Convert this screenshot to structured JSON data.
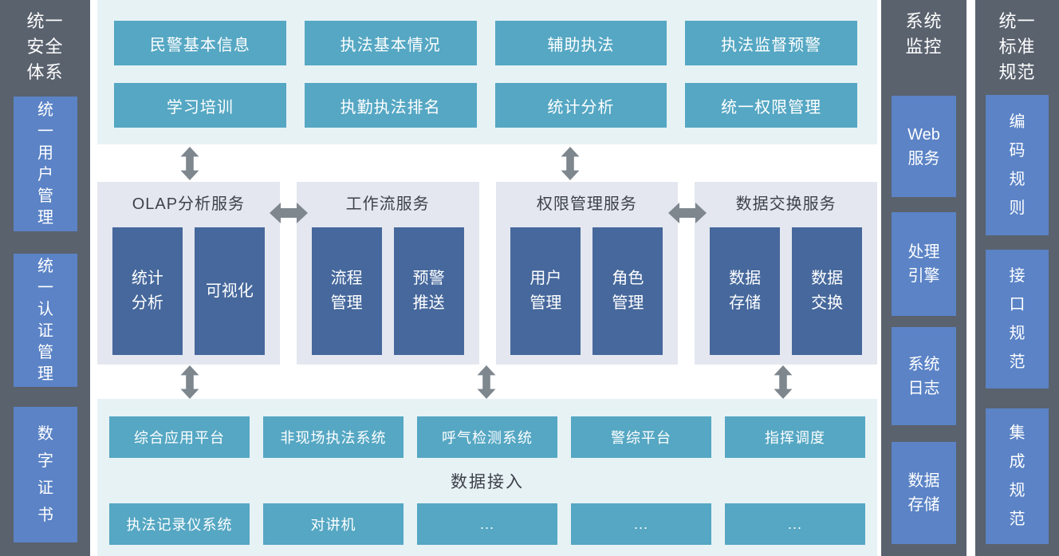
{
  "left_sidebar": {
    "title": "统一\n安全\n体系",
    "items": [
      {
        "label": "统\n一\n用\n户\n管\n理"
      },
      {
        "label": "统\n一\n认\n证\n管\n理"
      },
      {
        "label": "数\n字\n证\n书"
      }
    ]
  },
  "top_section": {
    "buttons": [
      "民警基本信息",
      "执法基本情况",
      "辅助执法",
      "执法监督预警",
      "学习培训",
      "执勤执法排名",
      "统计分析",
      "统一权限管理"
    ]
  },
  "middle_section": {
    "panels": [
      {
        "title": "OLAP分析服务",
        "boxes": [
          "统计\n分析",
          "可视化"
        ]
      },
      {
        "title": "工作流服务",
        "boxes": [
          "流程\n管理",
          "预警\n推送"
        ]
      },
      {
        "title": "权限管理服务",
        "boxes": [
          "用户\n管理",
          "角色\n管理"
        ]
      },
      {
        "title": "数据交换服务",
        "boxes": [
          "数据\n存储",
          "数据\n交换"
        ]
      }
    ]
  },
  "bottom_section": {
    "row1": [
      "综合应用平台",
      "非现场执法系统",
      "呼气检测系统",
      "警综平台",
      "指挥调度"
    ],
    "label": "数据接入",
    "row2": [
      "执法记录仪系统",
      "对讲机",
      "...",
      "...",
      "..."
    ]
  },
  "monitor_column": {
    "title": "系统\n监控",
    "items": [
      "Web\n服务",
      "处理\n引擎",
      "系统\n日志",
      "数据\n存储"
    ]
  },
  "standard_column": {
    "title": "统一\n标准\n规范",
    "items": [
      "编\n码\n规\n则",
      "接\n口\n规\n范",
      "集\n成\n规\n范"
    ]
  },
  "colors": {
    "side_background": "#5a626e",
    "side_box_blue": "#5b83c6",
    "teal_button": "#55a7c3",
    "section_cyan_bg": "#e7f2f5",
    "panel_bg": "#e4e7ef",
    "inner_box_blue": "#46689c",
    "arrow_gray": "#7e868e",
    "title_text": "#3d424a"
  }
}
